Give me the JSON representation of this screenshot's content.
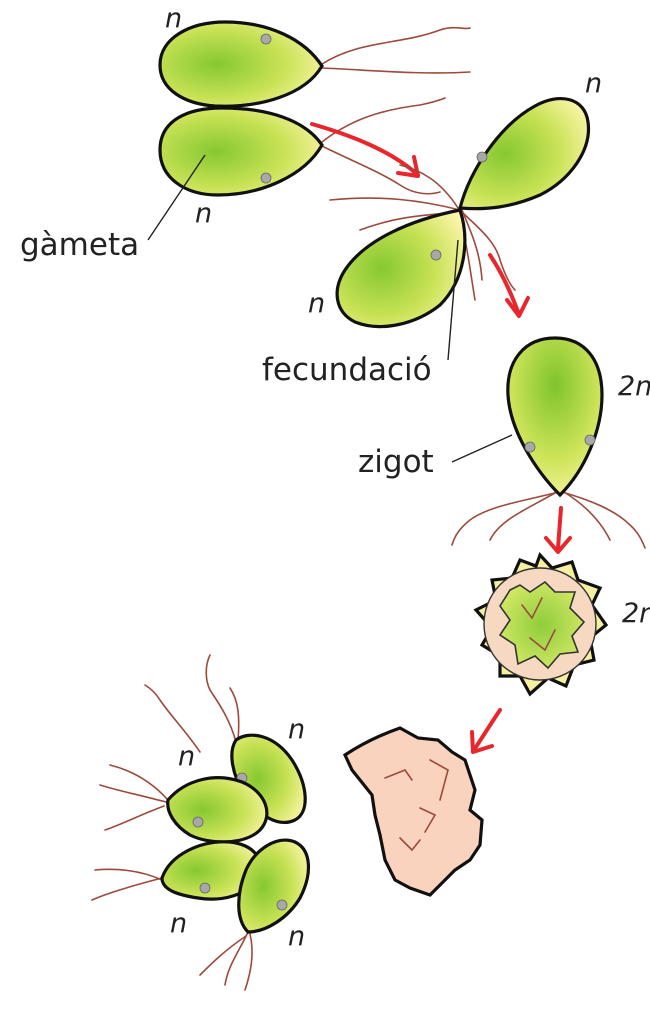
{
  "labels": {
    "gamete": "gàmeta",
    "fertilization": "fecundació",
    "zygote": "zigot"
  },
  "ploidy": {
    "haploid": "n",
    "diploid": "2n"
  },
  "colors": {
    "cell_fill_center": "#8fcd3a",
    "cell_fill_edge": "#fff7b0",
    "flagellum": "#9c4a3c",
    "arrow": "#e8262c",
    "cyst_wall": "#f3f0a0",
    "cyst_inner": "#f7d9c2",
    "released_wall": "#f9d3bd"
  }
}
